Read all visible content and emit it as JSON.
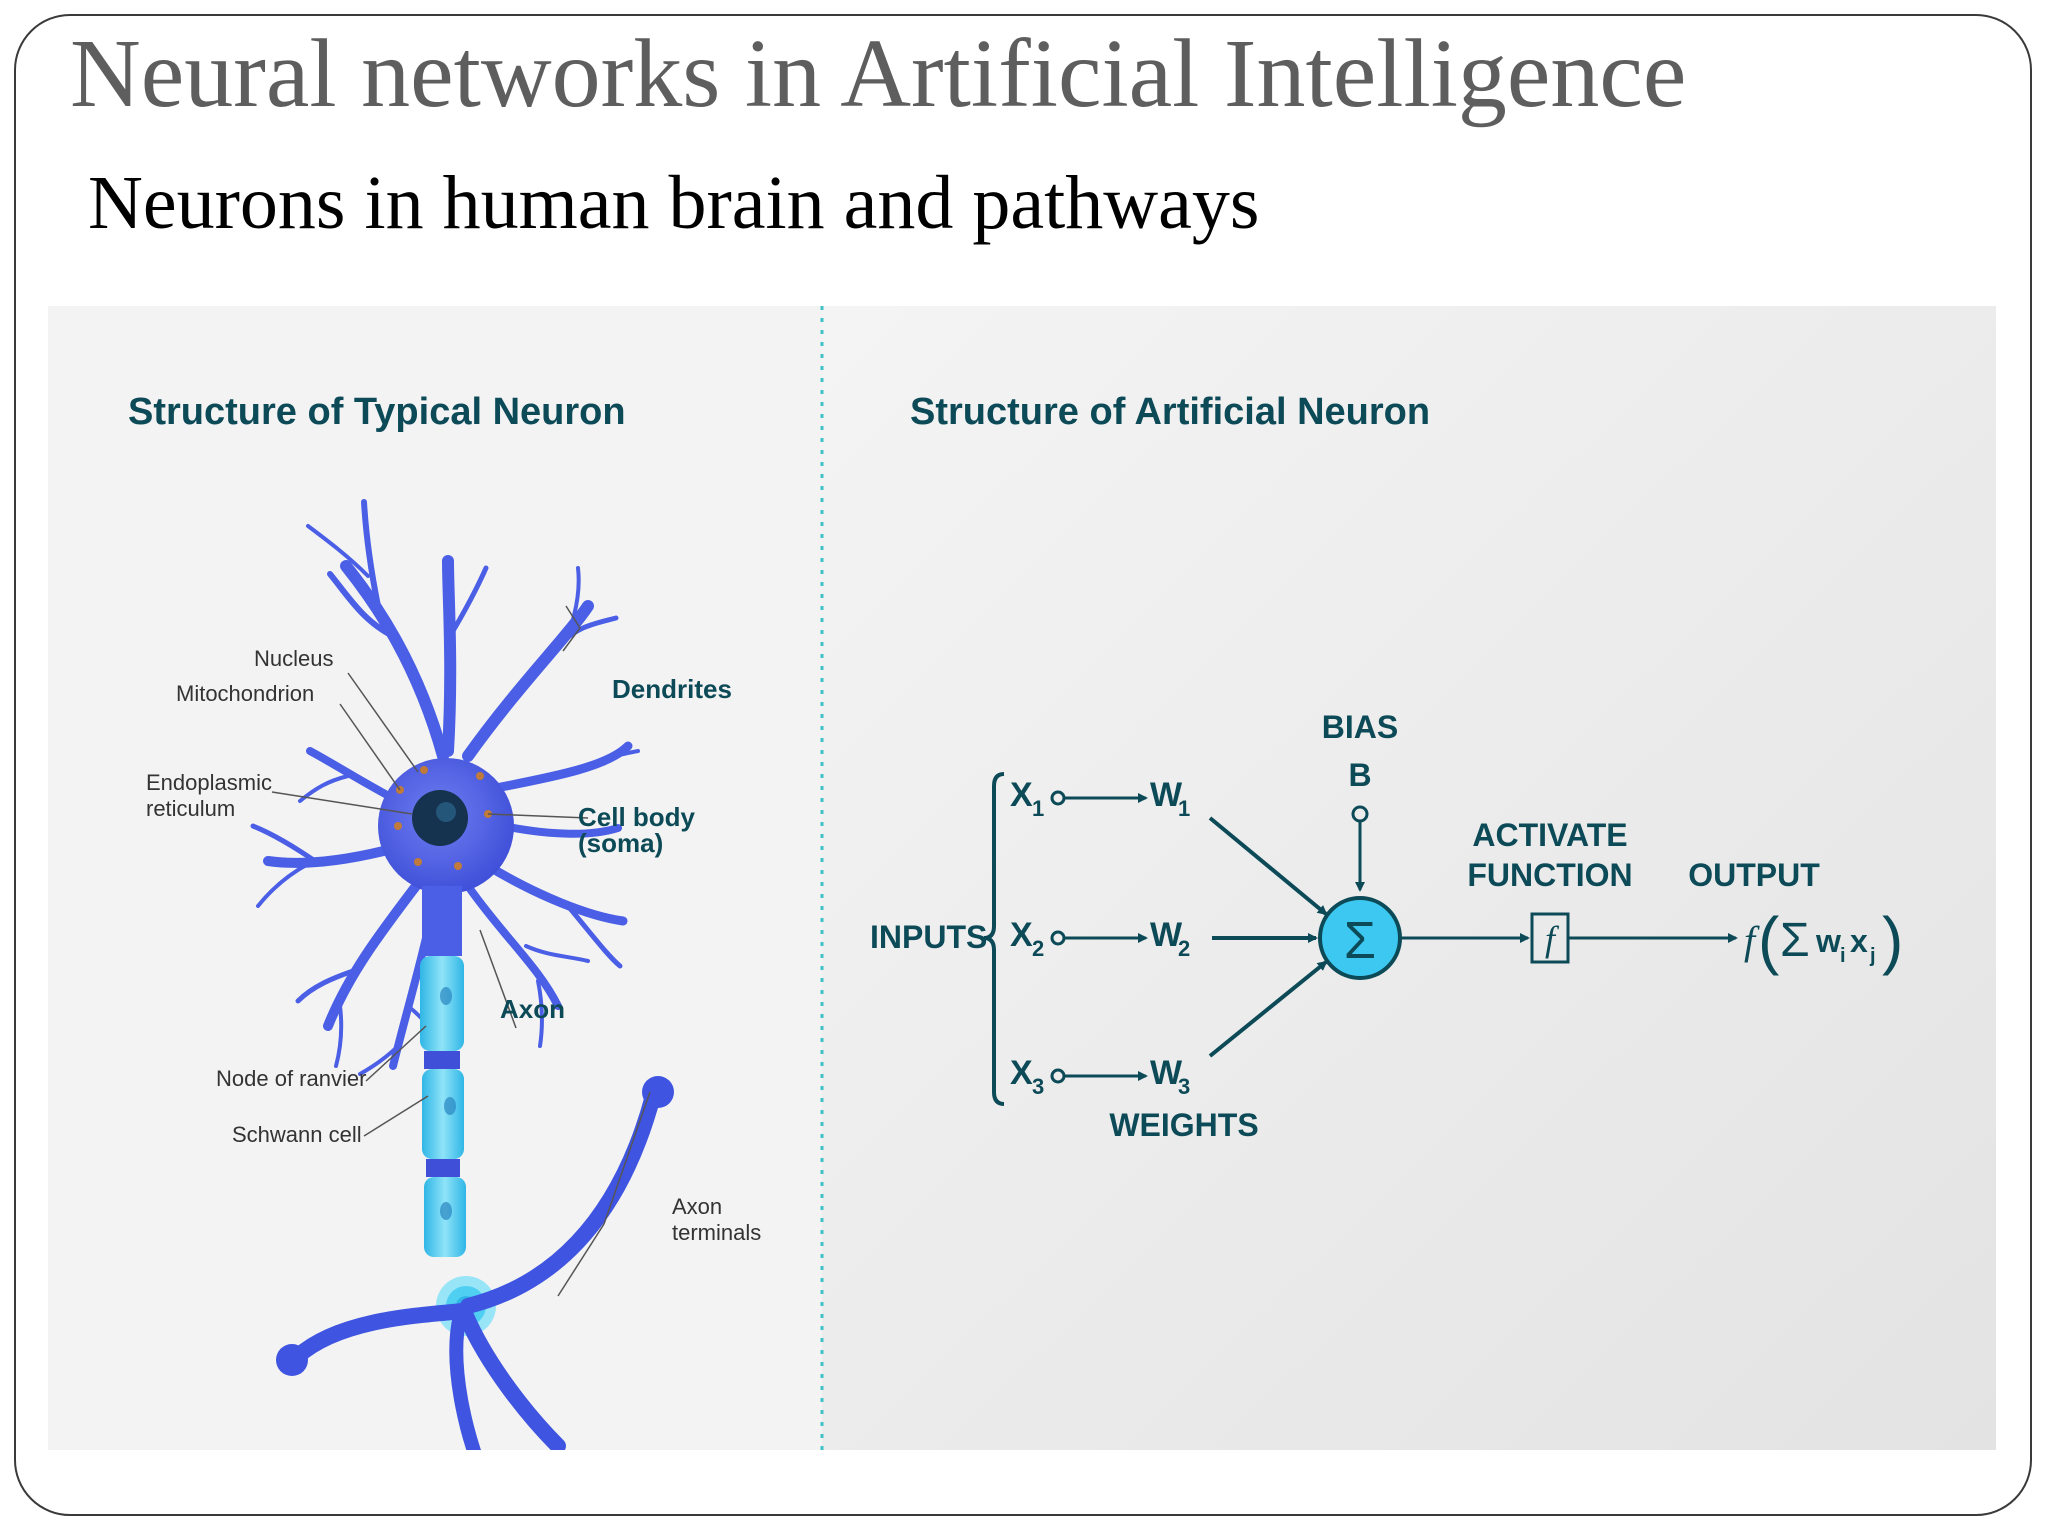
{
  "title": "Neural networks in Artificial Intelligence",
  "subtitle": "Neurons in human brain and pathways",
  "colors": {
    "panel_left": "#f3f3f3",
    "panel_right": "#ebebeb",
    "heading": "#0d4a57",
    "neuron": "#4a5fe6",
    "myelin": "#46c9ee",
    "leader_line": "#555555",
    "divider": "#3ec2c8"
  },
  "typical_neuron": {
    "heading": "Structure of Typical Neuron",
    "labels": {
      "nucleus": "Nucleus",
      "mitochondrion": "Mitochondrion",
      "endoplasmic_1": "Endoplasmic",
      "endoplasmic_2": "reticulum",
      "dendrites": "Dendrites",
      "cell_body_1": "Cell body",
      "cell_body_2": "(soma)",
      "axon": "Axon",
      "node_of_ranvier": "Node of ranvier",
      "schwann_cell": "Schwann cell",
      "axon_terminals_1": "Axon",
      "axon_terminals_2": "terminals"
    }
  },
  "artificial_neuron": {
    "heading": "Structure of Artificial Neuron",
    "bias_1": "BIAS",
    "bias_2": "B",
    "inputs_label": "INPUTS",
    "weights_label": "WEIGHTS",
    "activate_1": "ACTIVATE",
    "activate_2": "FUNCTION",
    "output_label": "OUTPUT",
    "inputs": [
      {
        "var": "X",
        "sub": "1"
      },
      {
        "var": "X",
        "sub": "2"
      },
      {
        "var": "X",
        "sub": "3"
      }
    ],
    "weights": [
      {
        "var": "W",
        "sub": "1"
      },
      {
        "var": "W",
        "sub": "2"
      },
      {
        "var": "W",
        "sub": "3"
      }
    ],
    "sum_symbol": "Σ",
    "function_symbol": "f",
    "formula": {
      "f": "f",
      "open_paren": "(",
      "sigma": "Σ",
      "w": "w",
      "w_sub": "i",
      "x": "x",
      "x_sub": "j",
      "close_paren": ")"
    }
  }
}
